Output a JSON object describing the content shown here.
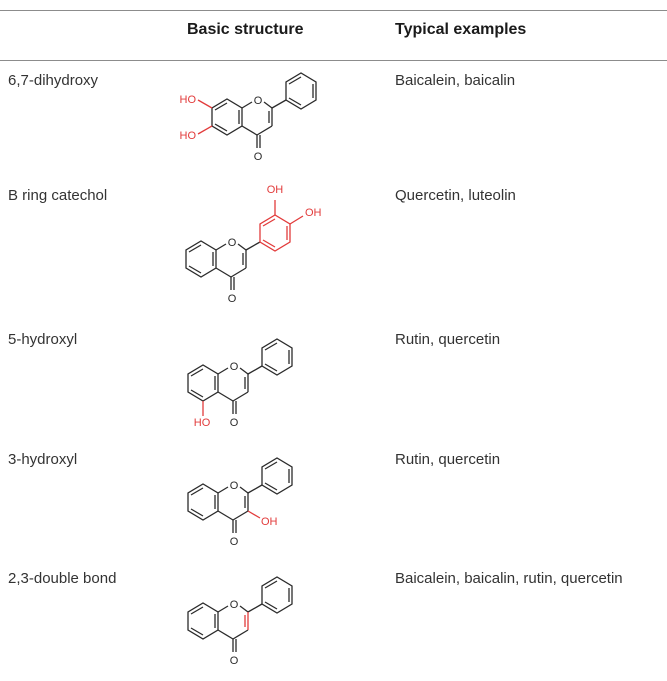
{
  "table": {
    "columns": [
      "",
      "Basic structure",
      "Typical examples"
    ],
    "rows": [
      {
        "feature": "6,7-dihydroxy",
        "examples": "Baicalein, baicalin",
        "labels": {
          "ho1": "HO",
          "ho2": "HO",
          "o_ring": "O",
          "o_keto": "O"
        }
      },
      {
        "feature": "B ring catechol",
        "examples": "Quercetin, luteolin",
        "labels": {
          "oh1": "OH",
          "oh2": "OH",
          "o_ring": "O",
          "o_keto": "O"
        }
      },
      {
        "feature": "5-hydroxyl",
        "examples": "Rutin, quercetin",
        "labels": {
          "ho": "HO",
          "o_ring": "O",
          "o_keto": "O"
        }
      },
      {
        "feature": "3-hydroxyl",
        "examples": "Rutin, quercetin",
        "labels": {
          "oh": "OH",
          "o_ring": "O",
          "o_keto": "O"
        }
      },
      {
        "feature": "2,3-double bond",
        "examples": "Baicalein, baicalin, rutin, quercetin",
        "labels": {
          "o_ring": "O",
          "o_keto": "O"
        }
      }
    ]
  },
  "colors": {
    "highlight": "#e23b3b",
    "bond": "#2b2b2b",
    "rule": "#8c8c8c"
  }
}
